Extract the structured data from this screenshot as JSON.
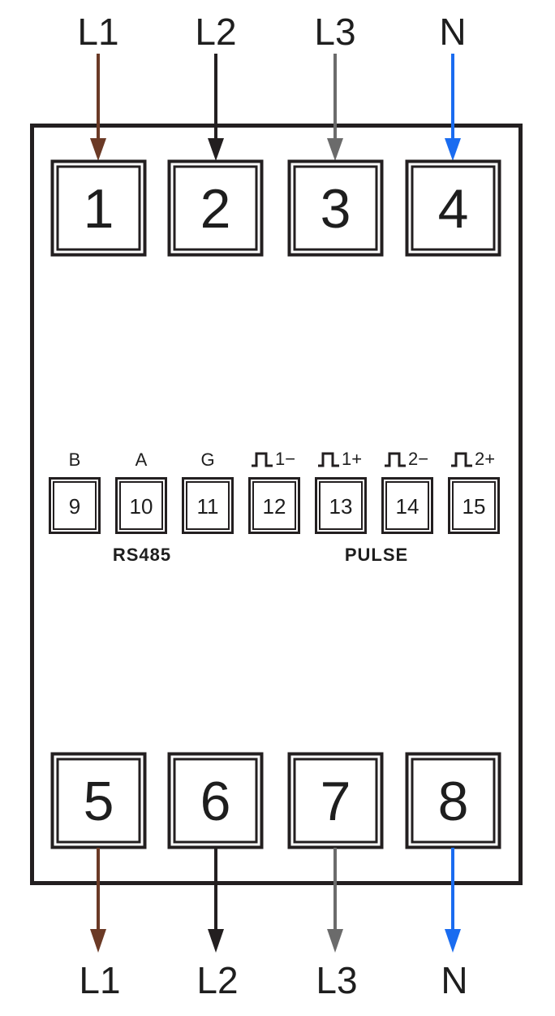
{
  "wires": [
    {
      "label": "L1",
      "color": "#6b3a26",
      "in_terminal": "1",
      "out_terminal": "5"
    },
    {
      "label": "L2",
      "color": "#231f20",
      "in_terminal": "2",
      "out_terminal": "6"
    },
    {
      "label": "L3",
      "color": "#6b6b6b",
      "in_terminal": "3",
      "out_terminal": "7"
    },
    {
      "label": "N",
      "color": "#1a6cf0",
      "in_terminal": "4",
      "out_terminal": "8"
    }
  ],
  "small_terminals": [
    {
      "number": "9",
      "label": "B"
    },
    {
      "number": "10",
      "label": "A"
    },
    {
      "number": "11",
      "label": "G"
    },
    {
      "number": "12",
      "label": "1−",
      "pulse_icon": true
    },
    {
      "number": "13",
      "label": "1+",
      "pulse_icon": true
    },
    {
      "number": "14",
      "label": "2−",
      "pulse_icon": true
    },
    {
      "number": "15",
      "label": "2+",
      "pulse_icon": true
    }
  ],
  "groups": {
    "rs485": "RS485",
    "pulse": "PULSE"
  }
}
